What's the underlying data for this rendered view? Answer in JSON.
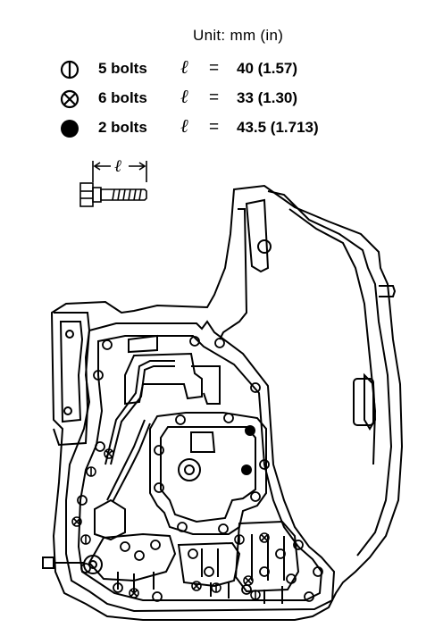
{
  "unit_label": "Unit: mm (in)",
  "legend": [
    {
      "symbol": "circled-bar-bolt-icon",
      "count_label": "5 bolts",
      "length_symbol": "ℓ",
      "equals": "=",
      "value": "40 (1.57)"
    },
    {
      "symbol": "circled-cross-bolt-icon",
      "count_label": "6 bolts",
      "length_symbol": "ℓ",
      "equals": "=",
      "value": "33 (1.30)"
    },
    {
      "symbol": "filled-circle-bolt-icon",
      "count_label": "2 bolts",
      "length_symbol": "ℓ",
      "equals": "=",
      "value": "43.5 (1.713)"
    }
  ],
  "bolt_dimension_symbol": "ℓ",
  "colors": {
    "ink": "#000000",
    "paper": "#ffffff"
  }
}
